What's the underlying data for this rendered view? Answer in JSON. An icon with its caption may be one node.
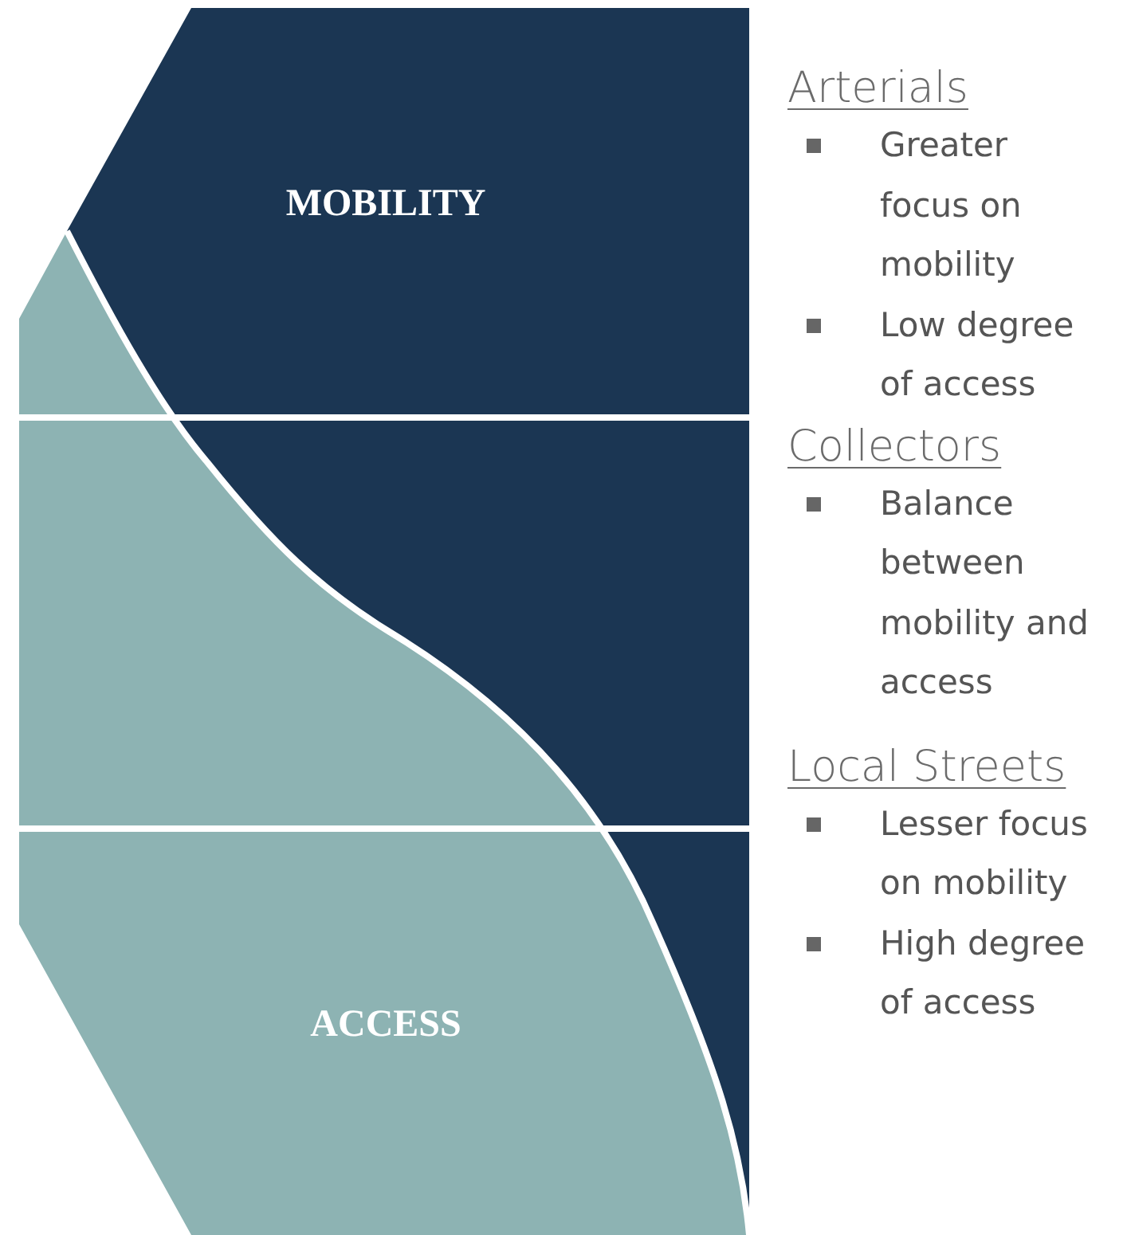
{
  "diagram": {
    "nodes": [
      {
        "text": [
          "MOBILITY"
        ]
      },
      {
        "text": [
          "ACCESS"
        ]
      }
    ],
    "labels": [
      "Arterials",
      "Greater focus on mobility",
      "Low degree of access",
      "Collectors",
      "Balance between mobility and access",
      "Local Streets",
      "Lesser focus on mobility",
      "High degree of access"
    ]
  }
}
